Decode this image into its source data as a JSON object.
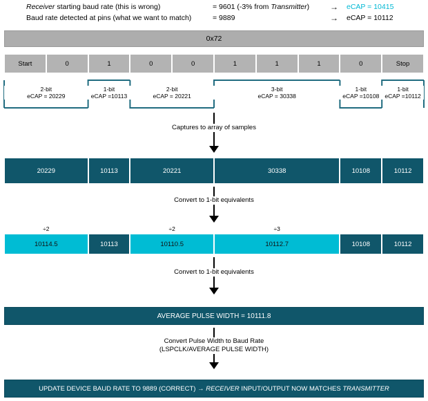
{
  "header": {
    "rows": [
      {
        "description_pre": "Receiver",
        "description_post": " starting baud rate (this is wrong)",
        "value_pre": "= 9601 (-3% from ",
        "value_em": "Transmitter",
        "value_post": ")",
        "arrow": "→",
        "ecap": "eCAP = 10415",
        "ecap_color": "#00b8d4"
      },
      {
        "description_pre": "",
        "description_post": "Baud rate detected at pins (what we want to match)",
        "value_pre": "= 9889",
        "value_em": "",
        "value_post": "",
        "arrow": "→",
        "ecap": "eCAP = 10112",
        "ecap_color": "#000000"
      }
    ]
  },
  "byte_bar": {
    "label": "0x72"
  },
  "bit_row": {
    "cells": [
      "Start",
      "0",
      "1",
      "0",
      "0",
      "1",
      "1",
      "1",
      "0",
      "Stop"
    ]
  },
  "measurements": [
    {
      "width_label": "2-bit",
      "ecap": "eCAP = 20229",
      "bits": 2,
      "level": "low"
    },
    {
      "width_label": "1-bit",
      "ecap": "eCAP =10113",
      "bits": 1,
      "level": "high"
    },
    {
      "width_label": "2-bit",
      "ecap": "eCAP = 20221",
      "bits": 2,
      "level": "low"
    },
    {
      "width_label": "3-bit",
      "ecap": "eCAP = 30338",
      "bits": 3,
      "level": "high"
    },
    {
      "width_label": "1-bit",
      "ecap": "eCAP =10108",
      "bits": 1,
      "level": "low"
    },
    {
      "width_label": "1-bit",
      "ecap": "eCAP =10112",
      "bits": 1,
      "level": "high"
    }
  ],
  "flows": [
    {
      "label_line1": "Captures to array of samples",
      "label_line2": ""
    },
    {
      "label_line1": "Convert to 1-bit equivalents",
      "label_line2": ""
    },
    {
      "label_line1": "Convert to 1-bit equivalents",
      "label_line2": ""
    },
    {
      "label_line1": "Convert Pulse Width to Baud Rate",
      "label_line2": "(LSPCLK/AVERAGE PULSE WIDTH)"
    }
  ],
  "capture_bar": {
    "segments": [
      {
        "value": "20229",
        "bits": 2,
        "style": "dark"
      },
      {
        "value": "10113",
        "bits": 1,
        "style": "dark"
      },
      {
        "value": "20221",
        "bits": 2,
        "style": "dark"
      },
      {
        "value": "30338",
        "bits": 3,
        "style": "dark"
      },
      {
        "value": "10108",
        "bits": 1,
        "style": "dark"
      },
      {
        "value": "10112",
        "bits": 1,
        "style": "dark"
      }
    ]
  },
  "normalized_bar": {
    "divisors": [
      {
        "label": "÷2",
        "bits": 2
      },
      {
        "label": "",
        "bits": 1
      },
      {
        "label": "÷2",
        "bits": 2
      },
      {
        "label": "÷3",
        "bits": 3
      },
      {
        "label": "",
        "bits": 1
      },
      {
        "label": "",
        "bits": 1
      }
    ],
    "segments": [
      {
        "value": "10114.5",
        "bits": 2,
        "style": "cyan"
      },
      {
        "value": "10113",
        "bits": 1,
        "style": "dark"
      },
      {
        "value": "10110.5",
        "bits": 2,
        "style": "cyan"
      },
      {
        "value": "10112.7",
        "bits": 3,
        "style": "cyan"
      },
      {
        "value": "10108",
        "bits": 1,
        "style": "dark"
      },
      {
        "value": "10112",
        "bits": 1,
        "style": "dark"
      }
    ]
  },
  "average_bar": {
    "label": "AVERAGE PULSE WIDTH = 10111.8"
  },
  "final_bar": {
    "pre": "UPDATE DEVICE BAUD RATE TO 9889 (CORRECT) → ",
    "em1": "RECEIVER",
    "mid": " INPUT/OUTPUT NOW MATCHES ",
    "em2": "TRANSMITTER"
  },
  "colors": {
    "dark_teal": "#10566a",
    "cyan": "#00bcd4",
    "grey_byte": "#adadad",
    "grey_bit": "#b3b3b3",
    "wave_stroke": "#1f6b7f"
  }
}
